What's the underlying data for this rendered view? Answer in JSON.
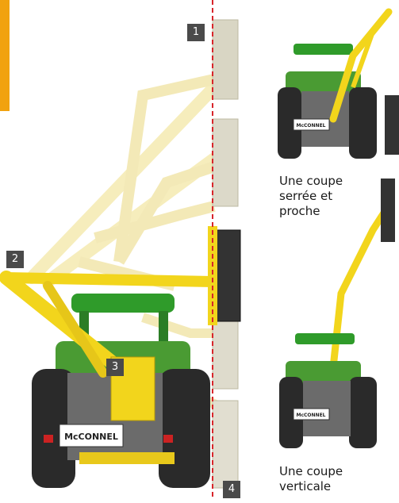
{
  "markers": {
    "m1": "1",
    "m2": "2",
    "m3": "3",
    "m4": "4"
  },
  "captions": {
    "close_cut": [
      "Une coupe",
      "serrée et",
      "proche"
    ],
    "vertical_cut": [
      "Une coupe",
      "verticale"
    ]
  },
  "plates": {
    "main": "McCONNEL",
    "small_top": "McCONNEL",
    "small_bottom": "McCONNEL"
  },
  "colors": {
    "arm_yellow": "#f2d51c",
    "ghost_yellow": "#f3e7a6",
    "tractor_green": "#2f9b2a",
    "guide_line_red": "#d8252b",
    "badge_gray": "#4a4a4a",
    "accent_orange": "#f1a20f"
  }
}
